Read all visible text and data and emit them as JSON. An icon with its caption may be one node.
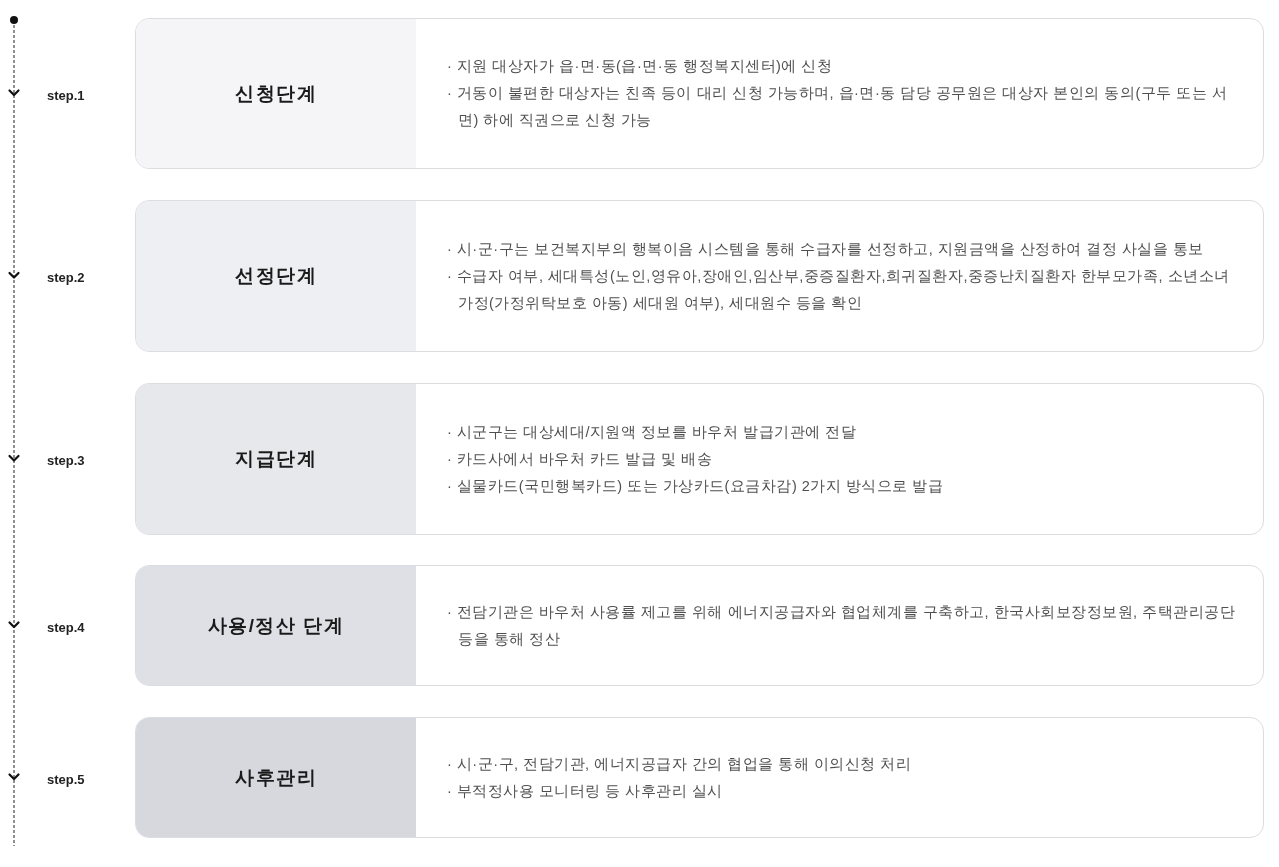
{
  "diagram": {
    "nodes": [
      {
        "text": [
          "신청단계",
          "· 지원 대상자가 읍·면·동(읍·면·동 행정복지센터)에 신청",
          "· 거동이 불편한 대상자는 친족 등이 대리 신청 가능하며, 읍·면·동 담당 공무원은 대상자 본인의 동의(구두 또는 서면) 하에 직권으로 신청 가능"
        ],
        "beside": [
          "step.1"
        ]
      },
      {
        "text": [
          "선정단계",
          "· 시·군·구는 보건복지부의 행복이음 시스템을 통해 수급자를 선정하고, 지원금액을 산정하여 결정 사실을 통보",
          "· 수급자 여부, 세대특성(노인,영유아,장애인,임산부,중증질환자,희귀질환자,중증난치질환자 한부모가족, 소년소녀 가정(가정위탁보호 아동) 세대원 여부), 세대원수 등을 확인"
        ],
        "beside": [
          "step.2"
        ]
      },
      {
        "text": [
          "지급단계",
          "· 시군구는 대상세대/지원액 정보를 바우처 발급기관에 전달",
          "· 카드사에서 바우처 카드 발급 및 배송",
          "· 실물카드(국민행복카드) 또는 가상카드(요금차감) 2가지 방식으로 발급"
        ],
        "beside": [
          "step.3"
        ]
      },
      {
        "text": [
          "사용/정산 단계",
          "· 전담기관은 바우처 사용률 제고를 위해 에너지공급자와 협업체계를 구축하고, 한국사회보장정보원, 주택관리공단 등을 통해 정산"
        ],
        "beside": [
          "step.4"
        ]
      },
      {
        "text": [
          "사후관리",
          "· 시·군·구, 전담기관, 에너지공급자 간의 협업을 통해 이의신청 처리",
          "· 부적정사용 모니터링 등 사후관리 실시"
        ],
        "beside": [
          "step.5"
        ]
      }
    ]
  }
}
